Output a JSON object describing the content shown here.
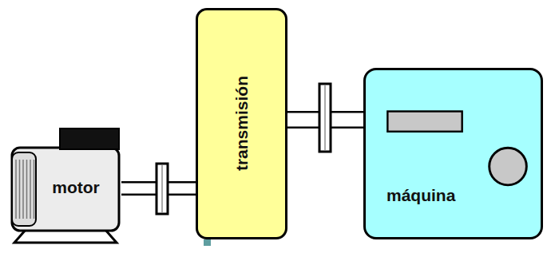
{
  "diagram": {
    "nodes": [
      {
        "text": [
          "motor"
        ]
      },
      {
        "text": [
          "transmisión"
        ]
      },
      {
        "text": [
          "máquina"
        ]
      }
    ],
    "edges": [
      {
        "from": 0,
        "to": 1,
        "arrow": "none"
      },
      {
        "from": 1,
        "to": 2,
        "arrow": "none"
      }
    ]
  }
}
